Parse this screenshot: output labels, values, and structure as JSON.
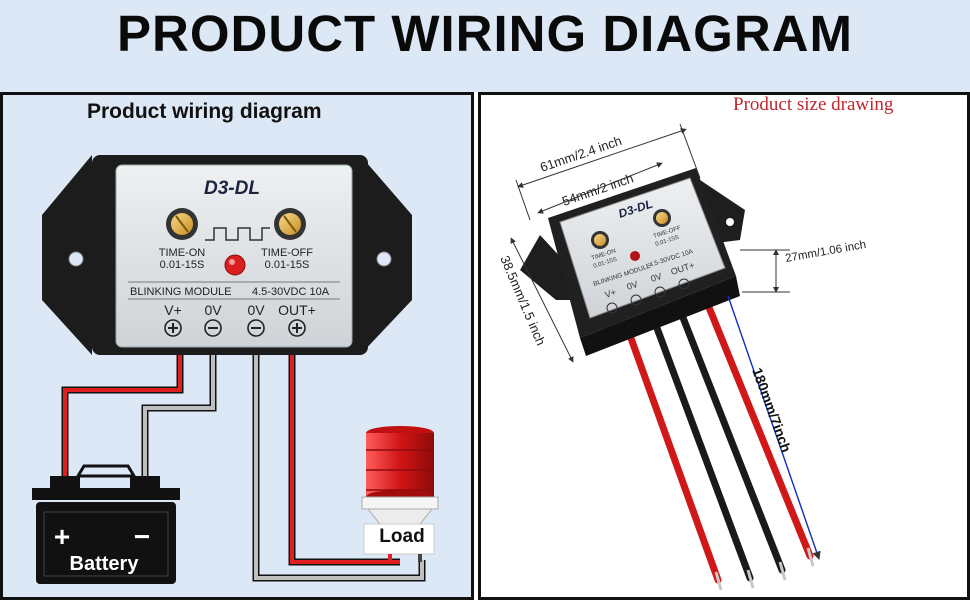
{
  "header": {
    "title": "PRODUCT WIRING DIAGRAM"
  },
  "wiring": {
    "title": "Product wiring diagram",
    "module": {
      "model": "D3-DL",
      "time_on_label": "TIME-ON",
      "time_on_range": "0.01-15S",
      "time_off_label": "TIME-OFF",
      "time_off_range": "0.01-15S",
      "module_label": "BLINKING MODULE",
      "voltage_rating": "4.5-30VDC 10A",
      "terminals": [
        "V+",
        "0V",
        "0V",
        "OUT+"
      ]
    },
    "battery_label": "Battery",
    "load_label": "Load"
  },
  "size": {
    "title": "Product size drawing",
    "photo": {
      "model": "D3-DL",
      "time_on_label": "TIME-ON",
      "time_on_range": "0.01-15S",
      "time_off_label": "TIME-OFF",
      "time_off_range": "0.01-15S",
      "module_label": "BLINKING MODULE",
      "voltage_rating": "4.5-30VDC 10A",
      "terminals": [
        "V+",
        "0V",
        "0V",
        "OUT+"
      ]
    },
    "dimensions": {
      "length_total": "61mm/2.4 inch",
      "length_body": "54mm/2 inch",
      "width": "38.5mm/1.5 inch",
      "height": "27mm/1.06 inch",
      "wire_length": "180mm/7inch"
    }
  },
  "colors": {
    "wire_red": "#e02020",
    "wire_black": "#222222",
    "background": "#dce8f5",
    "lamp_red": "#d81e1e"
  }
}
